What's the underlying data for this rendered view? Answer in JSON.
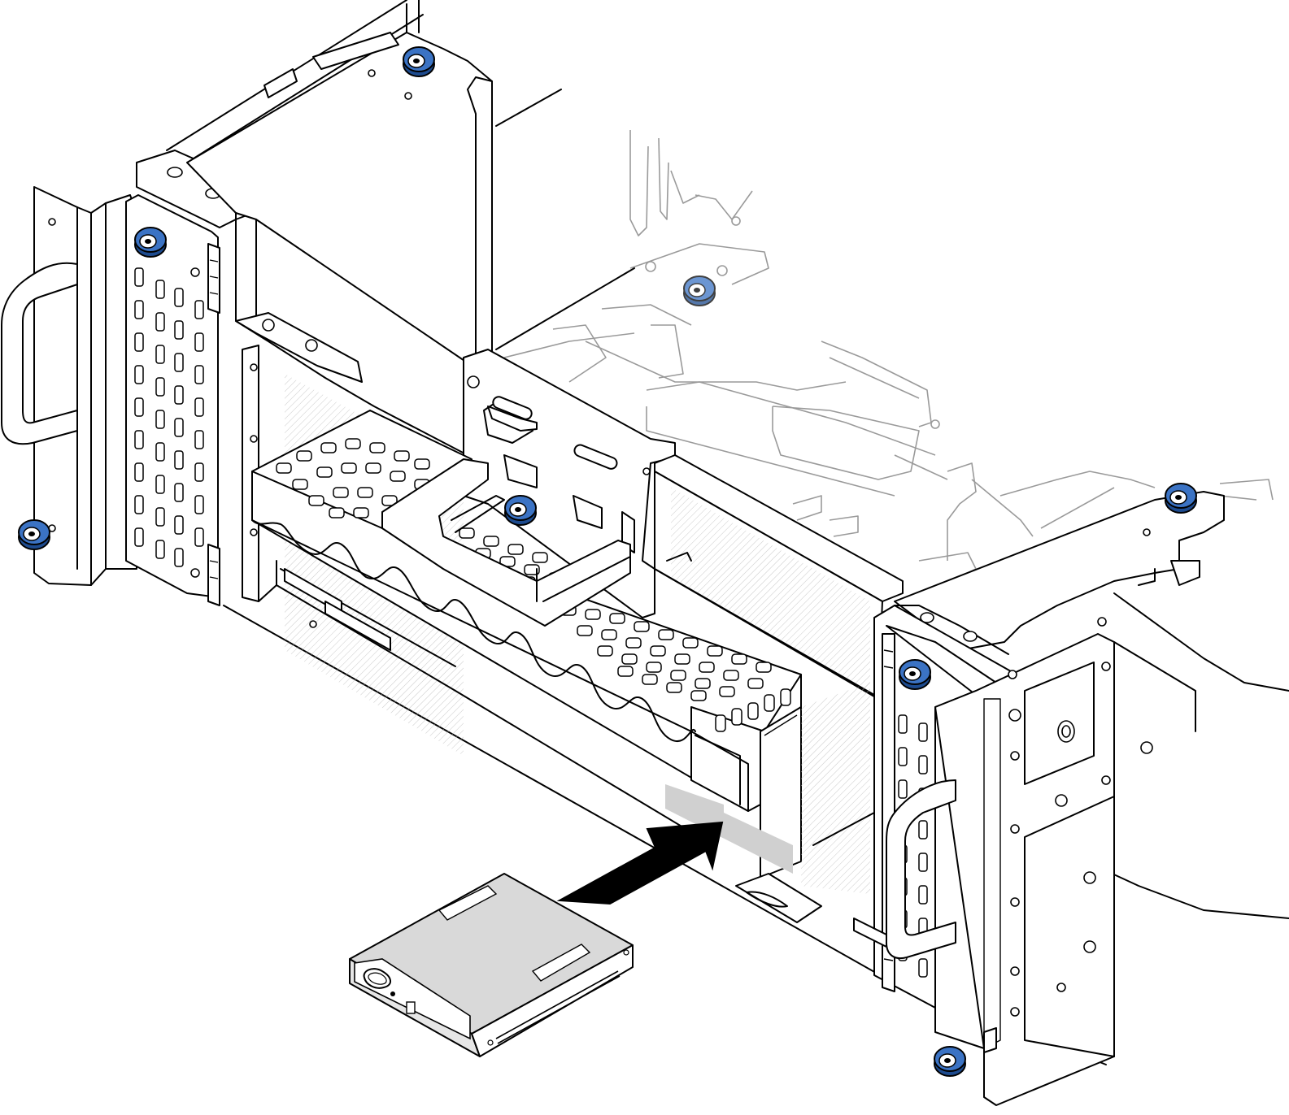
{
  "figure": {
    "alt": "",
    "colors": {
      "line": "#000000",
      "background": "#ffffff",
      "faded_line": "#9a9a9a",
      "thumbscrew_blue": "#3b73c4",
      "thumbscrew_blue_dark": "#1d4b8f",
      "drive_gray": "#d9d9d9",
      "arrow": "#000000"
    },
    "thumbscrews": [
      "thumbscrew-top-center",
      "thumbscrew-left-upper",
      "thumbscrew-left-lower",
      "thumbscrew-cage-inner",
      "thumbscrew-faded-rear",
      "thumbscrew-right-rear",
      "thumbscrew-right-upper",
      "thumbscrew-right-lower"
    ],
    "icons": [
      "arrow-insert-icon",
      "thumbscrew-icon",
      "handle-icon",
      "drive-module-icon"
    ]
  }
}
